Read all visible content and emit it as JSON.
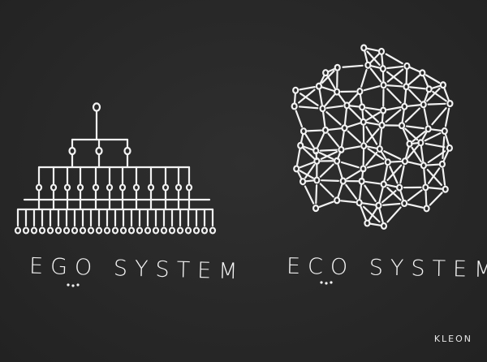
{
  "left_caption": "EGO SYSTEM",
  "right_caption": "ECO SYSTEM",
  "signature": "KLEON",
  "ink_color": "#f2f2f2",
  "background_color": "#262626"
}
